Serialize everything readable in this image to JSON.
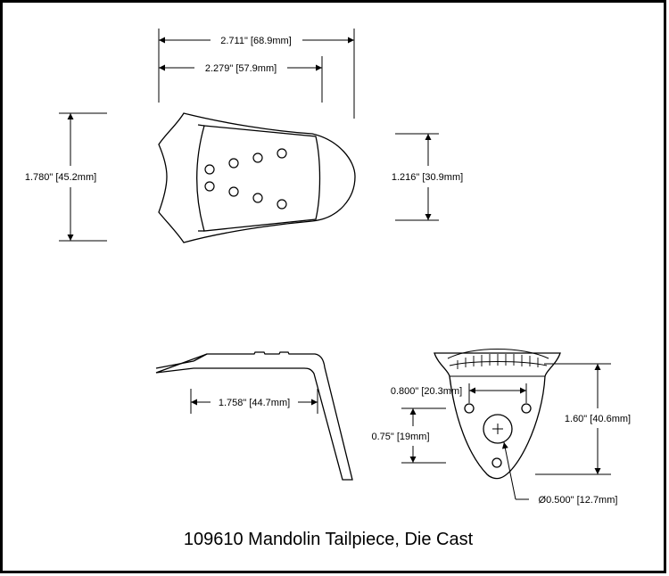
{
  "title": "109610 Mandolin Tailpiece, Die Cast",
  "dimensions": {
    "overall_length": "2.711\" [68.9mm]",
    "cover_length": "2.279\" [57.9mm]",
    "overall_width": "1.780\" [45.2mm]",
    "end_width": "1.216\" [30.9mm]",
    "side_length": "1.758\" [44.7mm]",
    "hole_spacing": "0.800\" [20.3mm]",
    "hole_offset": "0.75\" [19mm]",
    "end_height": "1.60\" [40.6mm]",
    "hole_diameter": "Ø0.500\" [12.7mm]"
  }
}
